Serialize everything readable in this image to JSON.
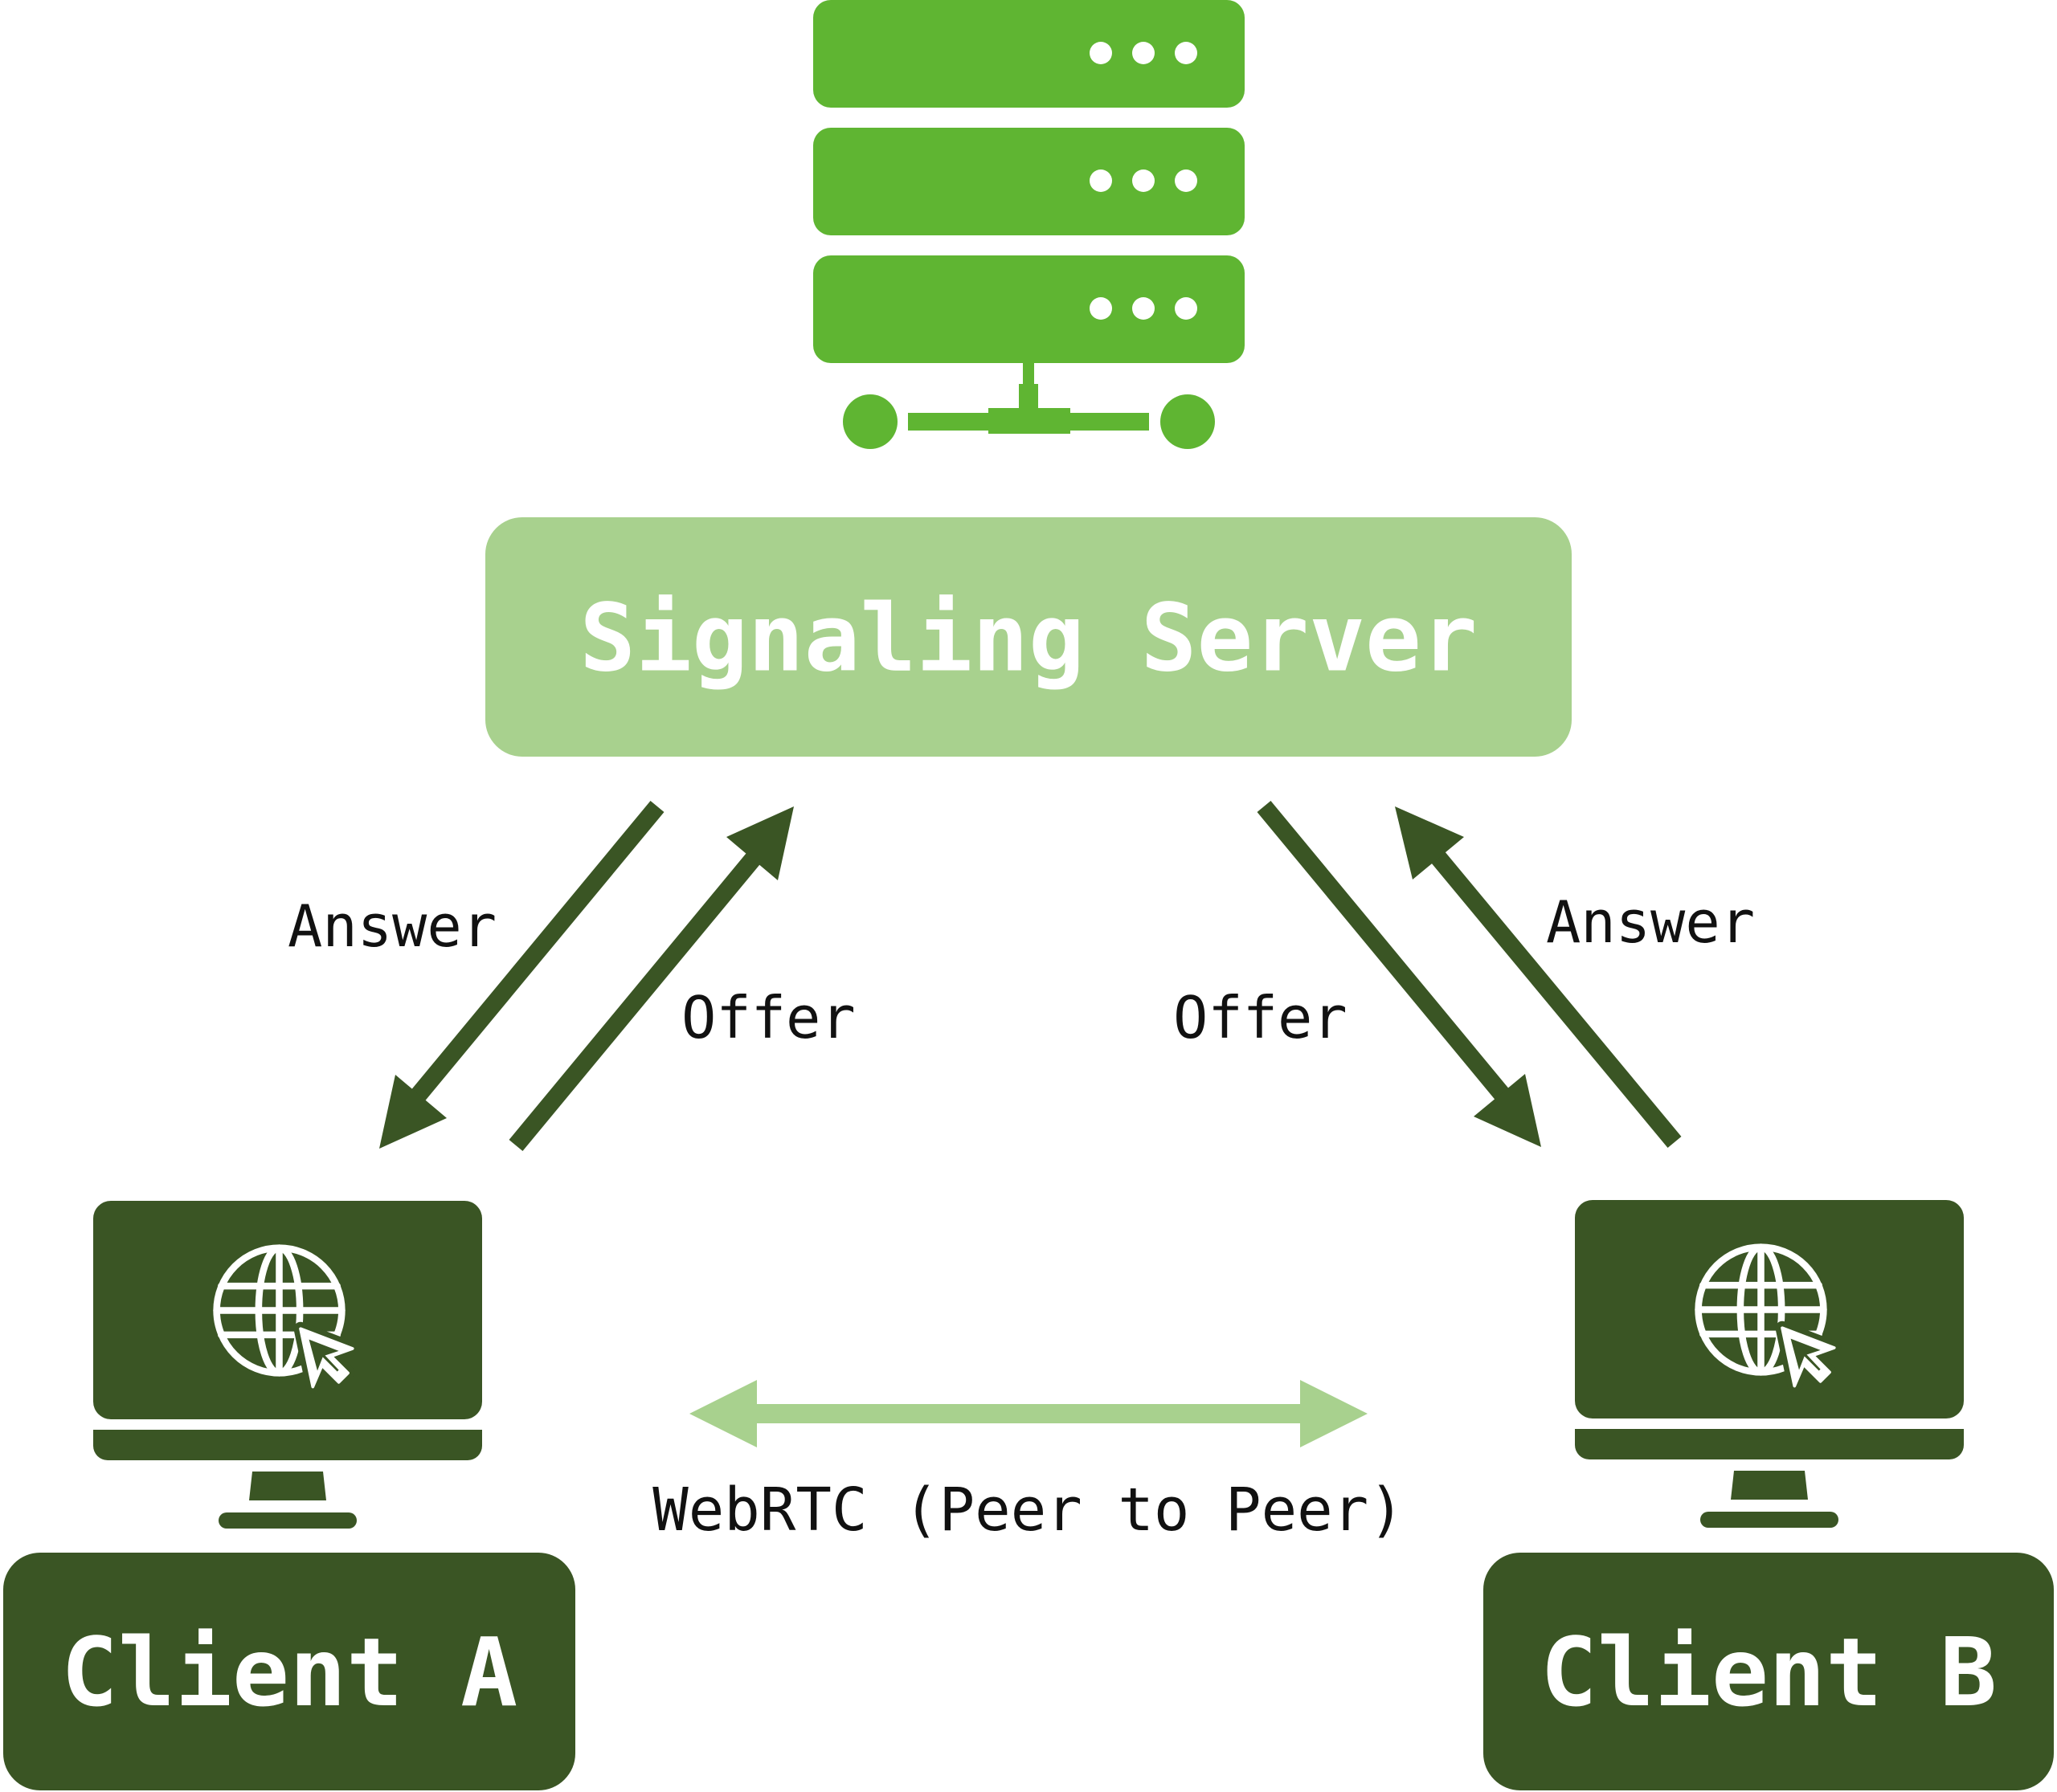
{
  "colors": {
    "server_green": "#5fb532",
    "label_green": "#a8d18e",
    "dark_green": "#3a5524",
    "text_dark": "#111111",
    "text_light": "#ffffff"
  },
  "server": {
    "icon": "server-rack-icon",
    "label": "Signaling Server"
  },
  "client_a": {
    "icon": "monitor-globe-icon",
    "label": "Client A"
  },
  "client_b": {
    "icon": "monitor-globe-icon",
    "label": "Client B"
  },
  "edges": {
    "left_answer": "Answer",
    "left_offer": "Offer",
    "right_offer": "Offer",
    "right_answer": "Answer",
    "p2p": "WebRTC (Peer to Peer)"
  }
}
